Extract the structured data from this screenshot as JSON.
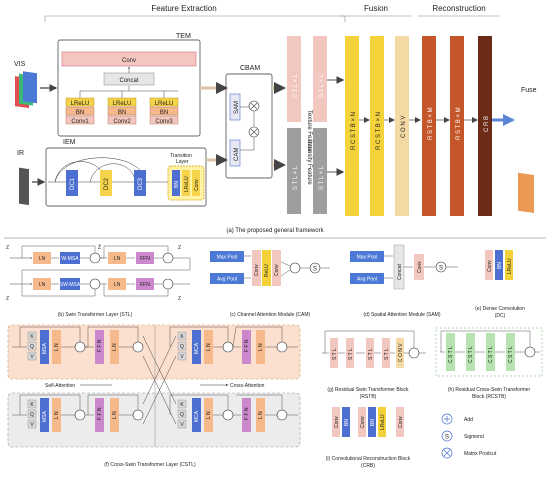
{
  "colors": {
    "ln": "#f6b98b",
    "ffn": "#cc88cc",
    "msa": "#4c6fd1",
    "conv_gray": "#c9c9c9",
    "yellow": "#f4d33a",
    "orange": "#f5d9a4",
    "rstb": "#c4562a",
    "crb": "#6b2b17",
    "stl_pink": "#f1c7bf",
    "stl_gray": "#9e9e9e",
    "blue_pool": "#4d79d6",
    "cstl_green": "#b6e3b0",
    "arrow": "#5b86d6"
  },
  "top": {
    "section_feature_extraction": "Feature Extraction",
    "section_fusion": "Fusion",
    "section_reconstruction": "Reconstruction",
    "vis_label": "VIS",
    "ir_label": "IR",
    "fuse_label": "Fuse",
    "tem_label": "TEM",
    "iem_label": "IEM",
    "cbam_label": "CBAM",
    "conv_label": "Conv",
    "concat_label": "Concat",
    "branches": [
      {
        "act": "LReLU",
        "bn": "BN",
        "conv": "Conv1"
      },
      {
        "act": "LReLU",
        "bn": "BN",
        "conv": "Conv2"
      },
      {
        "act": "LReLU",
        "bn": "BN",
        "conv": "Conv3"
      }
    ],
    "dc_labels": [
      "DC1",
      "DC2",
      "DC3"
    ],
    "transition_label_1": "Transition",
    "transition_label_2": "Layer",
    "transition_blocks": [
      "BN",
      "LReLU",
      "Conv"
    ],
    "sam_label": "SAM",
    "cam_label": "CAM",
    "texture_feature": "Texture Feature",
    "intensity_feature": "Intensity Feature",
    "stl_l_label": "S T L × L",
    "rcstb_label": "R C S T B × N",
    "conv_col_label": "C O N V",
    "rstb_m_label": "R S T B × M",
    "crb_label": "C R B",
    "caption": "(a) The proposed general framework"
  },
  "stl_panel": {
    "z_prev": "Z",
    "z_hat": "Ẑ",
    "z_cur": "Z",
    "ln": "LN",
    "w_msa": "W-MSA",
    "sw_msa": "SW-MSA",
    "ffn": "FFN",
    "caption": "(b) Swin Transformer Layer  (STL)"
  },
  "cam_panel": {
    "max_pool": "Max Pool",
    "avg_pool": "Avg Pool",
    "conv": "Conv",
    "relu": "ReLU",
    "s": "S",
    "caption": "(c) Channel Attention Module  (CAM)"
  },
  "sam_panel": {
    "max_pool": "Max Pool",
    "avg_pool": "Avg Pool",
    "concat": "Concat",
    "conv": "Conv",
    "s": "S",
    "caption": "(d) Spatial Attention Module  (SAM)"
  },
  "dc_panel": {
    "blocks": [
      "Conv",
      "BN",
      "LReLU"
    ],
    "caption_1": "(e) Dense Convolution",
    "caption_2": "(DC)"
  },
  "cstl_panel": {
    "qkv": [
      "K",
      "Q",
      "V"
    ],
    "msa": "MSA",
    "mca": "MCA",
    "ln": "L N",
    "ffn": "F F N",
    "self_attention": "Self-Attention",
    "cross_attention": "Cross-Attention",
    "caption": "(f) Cross-Swin Transformer Layer  (CSTL)"
  },
  "rstb_panel": {
    "block_label": "S T L",
    "conv_label": "C O N V",
    "caption_1": "(g) Residual Swin Transformer Block",
    "caption_2": "(RSTB)"
  },
  "rcstb_panel": {
    "block_label": "C S T L",
    "caption_1": "(h) Residual Cross-Swin Transformer",
    "caption_2": "Block (RCSTB)"
  },
  "crb_panel": {
    "blocks": [
      "Conv",
      "BN",
      "Conv",
      "BN",
      "LReLU",
      "Conv"
    ],
    "caption_1": "(i) Convolutional Reconstruction Block",
    "caption_2": "(CRB)"
  },
  "legend": {
    "add": "Add",
    "sigmoid": "Sigmond",
    "matrix": "Matrix Prodcut",
    "s_symbol": "S"
  }
}
